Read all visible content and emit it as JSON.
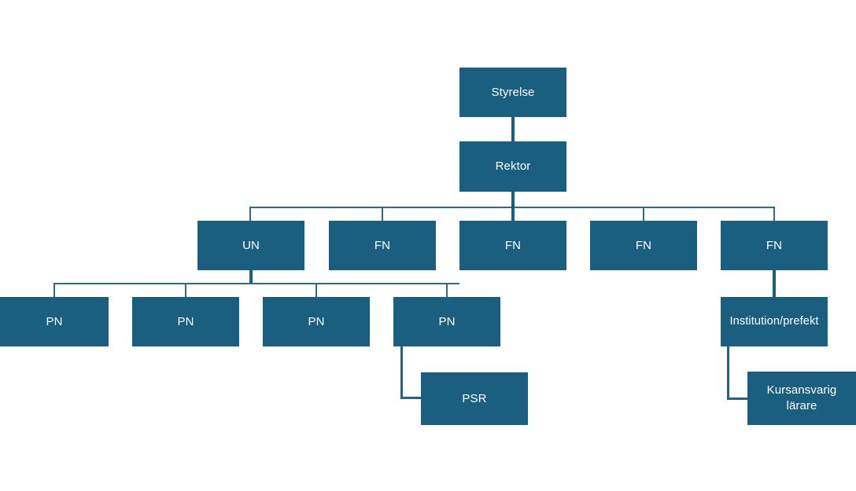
{
  "diagram": {
    "type": "organizational-chart",
    "title": "",
    "background_color": "#ffffff",
    "node_fill_color": "#1a5f7f",
    "node_text_color": "#ffffff",
    "connector_color": "#2e6b85",
    "nodes": [
      {
        "id": "styrelse",
        "label": "Styrelse",
        "level": 1
      },
      {
        "id": "rektor",
        "label": "Rektor",
        "level": 2
      },
      {
        "id": "un",
        "label": "UN",
        "level": 3
      },
      {
        "id": "fn1",
        "label": "FN",
        "level": 3
      },
      {
        "id": "fn2",
        "label": "FN",
        "level": 3
      },
      {
        "id": "fn3",
        "label": "FN",
        "level": 3
      },
      {
        "id": "fn4",
        "label": "FN",
        "level": 3
      },
      {
        "id": "pn1",
        "label": "PN",
        "level": 4
      },
      {
        "id": "pn2",
        "label": "PN",
        "level": 4
      },
      {
        "id": "pn3",
        "label": "PN",
        "level": 4
      },
      {
        "id": "pn4",
        "label": "PN",
        "level": 4
      },
      {
        "id": "institution",
        "label": "Institution/prefekt",
        "level": 4
      },
      {
        "id": "psr",
        "label": "PSR",
        "level": 5
      },
      {
        "id": "kursansvarig",
        "label": "Kursansvarig\nlärare",
        "level": 5
      }
    ]
  }
}
